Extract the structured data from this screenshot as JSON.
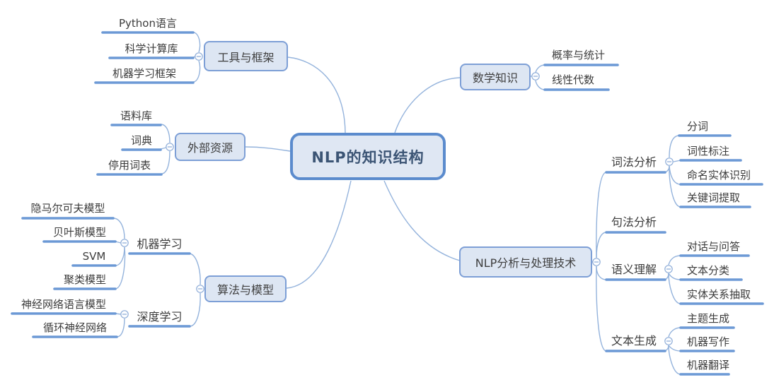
{
  "title": {
    "label": "NLP的知识结构"
  },
  "branches": {
    "tools": {
      "label": "工具与框架",
      "children": [
        {
          "label": "Python语言"
        },
        {
          "label": "科学计算库"
        },
        {
          "label": "机器学习框架"
        }
      ]
    },
    "resources": {
      "label": "外部资源",
      "children": [
        {
          "label": "语料库"
        },
        {
          "label": "词典"
        },
        {
          "label": "停用词表"
        }
      ]
    },
    "algorithms": {
      "label": "算法与模型",
      "children": [
        {
          "label": "机器学习",
          "children": [
            {
              "label": "隐马尔可夫模型"
            },
            {
              "label": "贝叶斯模型"
            },
            {
              "label": "SVM"
            },
            {
              "label": "聚类模型"
            }
          ]
        },
        {
          "label": "深度学习",
          "children": [
            {
              "label": "神经网络语言模型"
            },
            {
              "label": "循环神经网络"
            }
          ]
        }
      ]
    },
    "math": {
      "label": "数学知识",
      "children": [
        {
          "label": "概率与统计"
        },
        {
          "label": "线性代数"
        }
      ]
    },
    "nlp_tech": {
      "label": "NLP分析与处理技术",
      "children": [
        {
          "label": "词法分析",
          "children": [
            {
              "label": "分词"
            },
            {
              "label": "词性标注"
            },
            {
              "label": "命名实体识别"
            },
            {
              "label": "关键词提取"
            }
          ]
        },
        {
          "label": "句法分析"
        },
        {
          "label": "语义理解",
          "children": [
            {
              "label": "对话与问答"
            },
            {
              "label": "文本分类"
            },
            {
              "label": "实体关系抽取"
            }
          ]
        },
        {
          "label": "文本生成",
          "children": [
            {
              "label": "主题生成"
            },
            {
              "label": "机器写作"
            },
            {
              "label": "机器翻译"
            }
          ]
        }
      ]
    }
  },
  "icons": {
    "collapse_toggle": "minus-circle-icon"
  },
  "colors": {
    "background": "#ffffff",
    "node_fill": "#dde6f3",
    "node_border": "#7d9fd6",
    "central_border": "#5b8bcd",
    "central_text": "#3c5575",
    "underline": "#6c99d5",
    "connector": "#94b3dc",
    "text": "#3c3c3c"
  }
}
